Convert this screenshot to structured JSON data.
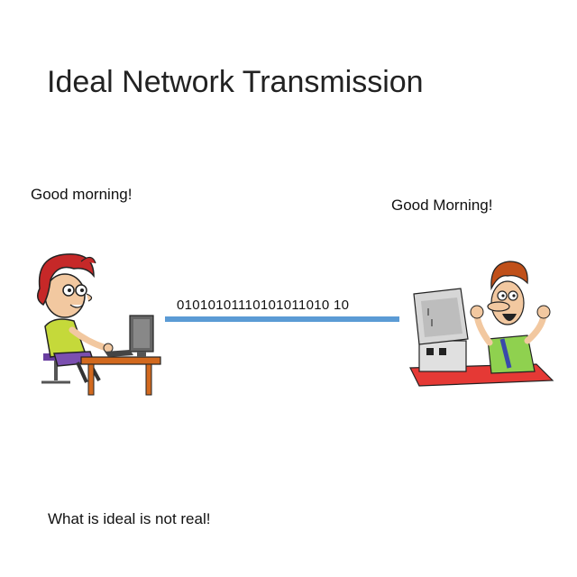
{
  "slide": {
    "title": "Ideal Network Transmission",
    "sender_message": "Good morning!",
    "receiver_message": "Good Morning!",
    "bitstream": "01010101110101011010 10",
    "footer": "What is ideal is not real!"
  },
  "colors": {
    "link_line": "#5b9bd5",
    "woman_hair": "#c62828",
    "woman_shirt": "#c5d93a",
    "desk": "#d2691e",
    "man_hair": "#c0501a",
    "man_shirt": "#8fd14f",
    "man_desk": "#e53935"
  },
  "icons": {
    "sender": "woman-at-computer-illustration",
    "receiver": "cheering-man-at-computer-illustration"
  }
}
